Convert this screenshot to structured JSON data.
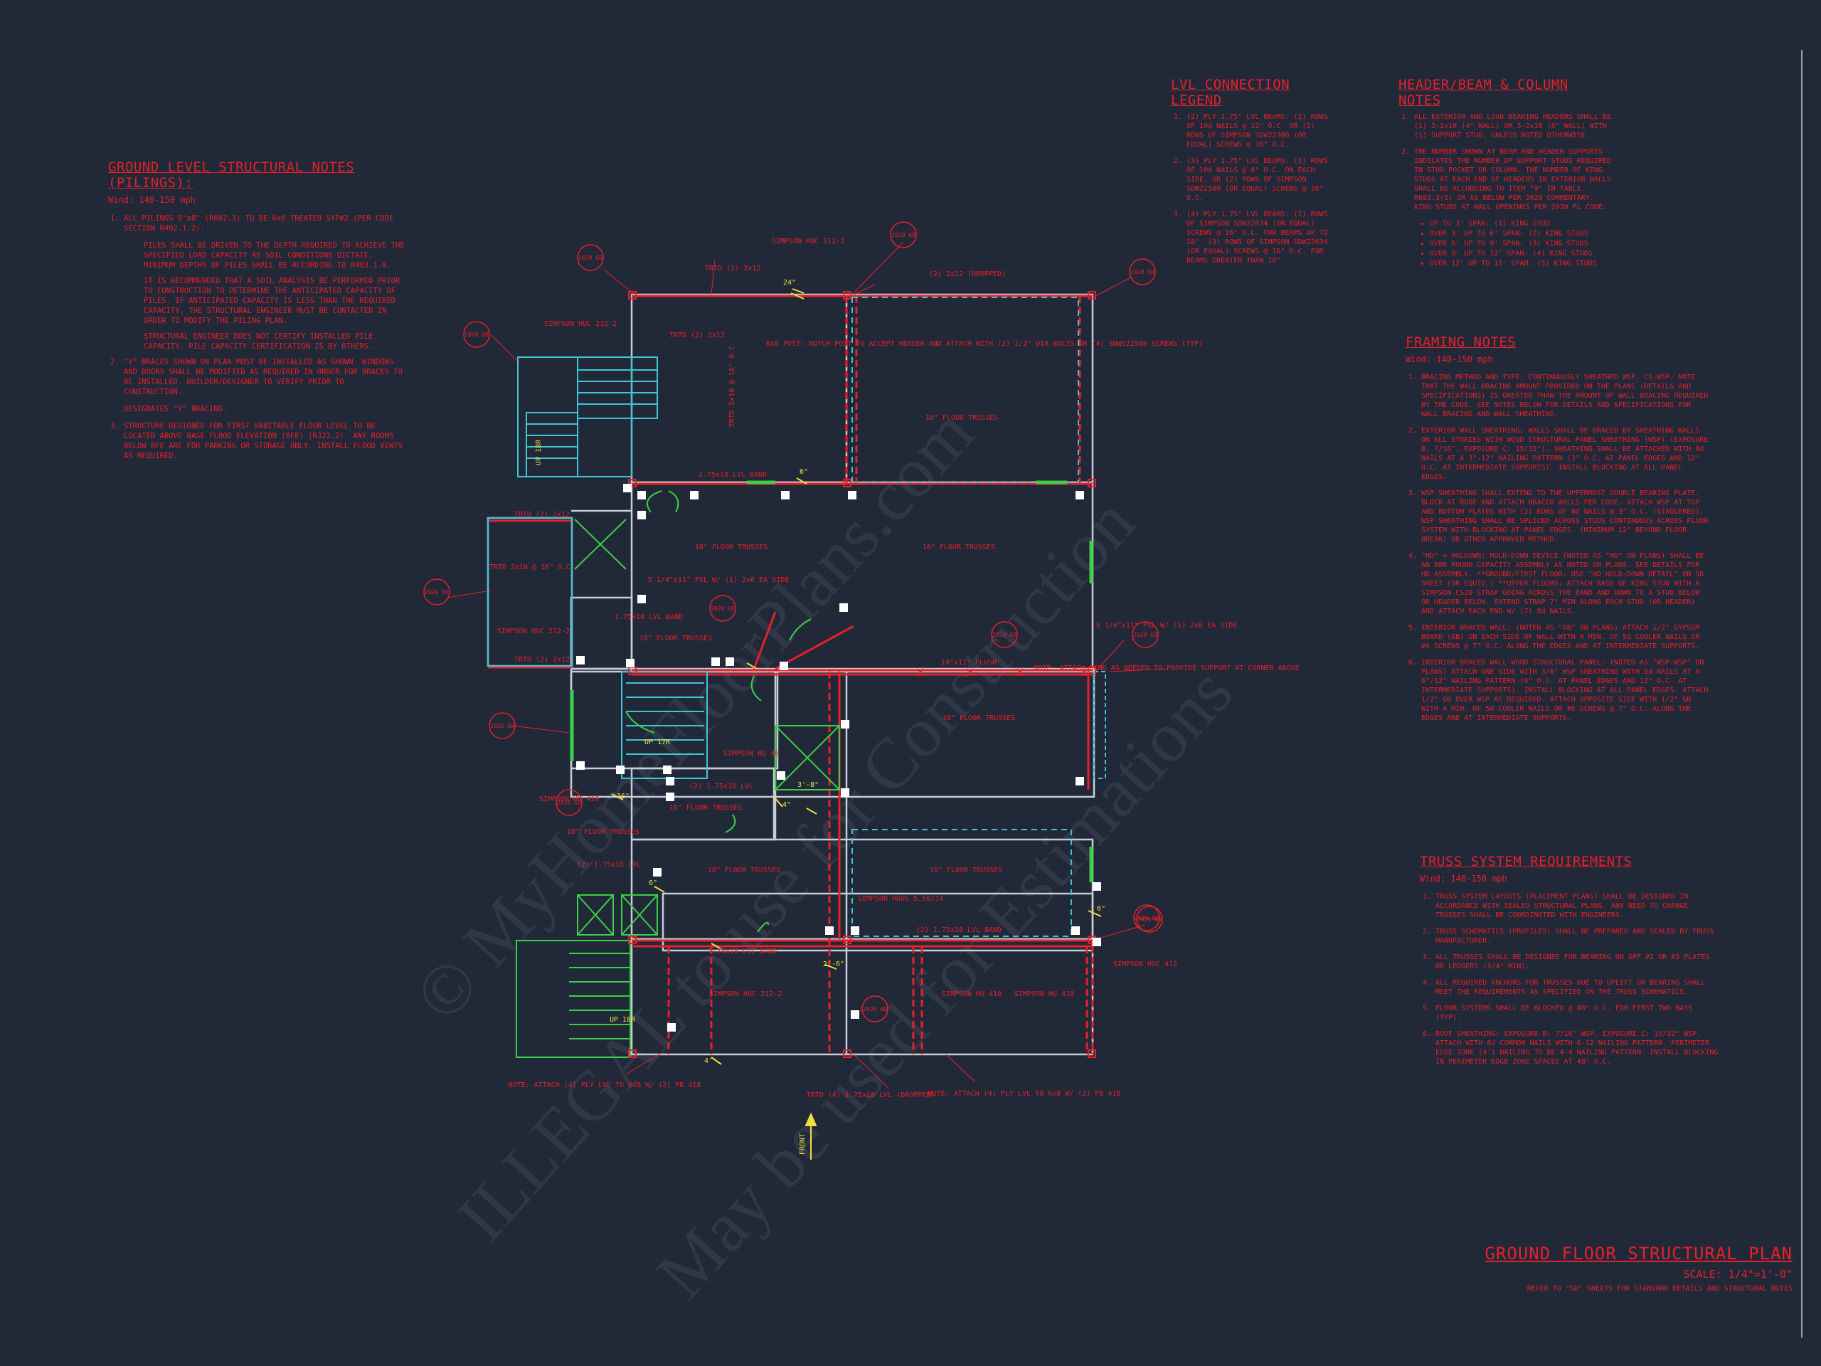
{
  "watermark": {
    "line1": "© MyHomeFloorPlans.com",
    "line2": "ILLEGAL to use for Construction",
    "line3": "May be used for Estimations"
  },
  "ground_notes": {
    "title": "GROUND LEVEL STRUCTURAL NOTES (PILINGS):",
    "subtitle": "Wind: 140-150 mph",
    "items": [
      "ALL PILINGS 8\"x8\" (R602.3) TO BE 6x6 TREATED SYP#2 (PER CODE SECTION R402.1.2).",
      "PILES SHALL BE DRIVEN TO THE DEPTH REQUIRED TO ACHIEVE THE SPECIFIED LOAD CAPACITY AS SOIL CONDITIONS DICTATE. MINIMUM DEPTHS OF PILES SHALL BE ACCORDING TO R403.1.8.",
      "IT IS RECOMMENDED THAT A SOIL ANALYSIS BE PERFORMED PRIOR TO CONSTRUCTION TO DETERMINE THE ANTICIPATED CAPACITY OF PILES. IF ANTICIPATED CAPACITY IS LESS THAN THE REQUIRED CAPACITY, THE STRUCTURAL ENGINEER MUST BE CONTACTED IN ORDER TO MODIFY THE PILING PLAN.",
      "STRUCTURAL ENGINEER DOES NOT CERTIFY INSTALLED PILE CAPACITY. PILE CAPACITY CERTIFICATION IS BY OTHERS.",
      "\"Y\" BRACES SHOWN ON PLAN MUST BE INSTALLED AS SHOWN. WINDOWS AND DOORS SHALL BE MODIFIED AS REQUIRED IN ORDER FOR BRACES TO BE INSTALLED. BUILDER/DESIGNER TO VERIFY PRIOR TO CONSTRUCTION.",
      "DESIGNATES \"Y\" BRACING.",
      "STRUCTURE DESIGNED FOR FIRST HABITABLE FLOOR LEVEL TO BE LOCATED ABOVE BASE FLOOD ELEVATION (BFE) (R322.2). ANY ROOMS BELOW BFE ARE FOR PARKING OR STORAGE ONLY. INSTALL FLOOD VENTS AS REQUIRED."
    ]
  },
  "lvl_legend": {
    "title": "LVL CONNECTION LEGEND",
    "items": [
      "(2) PLY 1.75\" LVL BEAMS: (2) ROWS OF 10d NAILS @ 12\" O.C. OR (2) ROWS OF SIMPSON SDW22300 (OR EQUAL) SCREWS @ 16\" O.C.",
      "(3) PLY 1.75\" LVL BEAMS: (3) ROWS OF 10d NAILS @ 8\" O.C. ON EACH SIDE, OR (2) ROWS OF SIMPSON SDW22500 (OR EQUAL) SCREWS @ 16\" O.C.",
      "(4) PLY 1.75\" LVL BEAMS: (2) ROWS OF SIMPSON SDW22634 (OR EQUAL) SCREWS @ 16\" O.C. FOR BEAMS UP TO 18\". (3) ROWS OF SIMPSON SDW22634 (OR EQUAL) SCREWS @ 16\" O.C. FOR BEAMS GREATER THAN 18\"."
    ]
  },
  "header_notes": {
    "title": "HEADER/BEAM & COLUMN NOTES",
    "items": [
      "ALL EXTERIOR AND LOAD BEARING HEADERS SHALL BE (1) 2-2x10 (4\" WALL) OR 3-2x10 (6\" WALL) WITH (1) SUPPORT STUD, UNLESS NOTED OTHERWISE.",
      "THE NUMBER SHOWN AT BEAM AND HEADER SUPPORTS INDICATES THE NUMBER OF SUPPORT STUDS REQUIRED IN STUD POCKET OR COLUMN. THE NUMBER OF KING STUDS AT EACH END OF HEADERS IN EXTERIOR WALLS SHALL BE ACCORDING TO ITEM \"9\" IN TABLE R602.3(5) OR AS BELOW PER 2020 COMMENTARY. KING STUDS AT WALL OPENINGS PER 2020 FL CODE:"
    ],
    "sub_items": [
      "UP TO 3' SPAN: (1) KING STUD",
      "OVER 3' UP TO 6' SPAN: (2) KING STUDS",
      "OVER 6' UP TO 9' SPAN: (3) KING STUDS",
      "OVER 9' UP TO 12' SPAN: (4) KING STUDS",
      "OVER 12' UP TO 15' SPAN: (5) KING STUDS"
    ]
  },
  "framing_notes": {
    "title": "FRAMING NOTES",
    "subtitle": "Wind: 140-150 mph",
    "items": [
      "BRACING METHOD AND TYPE: CONTINUOUSLY SHEATHED WSP. CS-WSP. NOTE THAT THE WALL BRACING AMOUNT PROVIDED ON THE PLANS (DETAILS AND SPECIFICATIONS) IS GREATER THAN THE AMOUNT OF WALL BRACING REQUIRED BY THE CODE. SEE NOTES BELOW FOR DETAILS AND SPECIFICATIONS FOR WALL BRACING AND WALL SHEATHING.",
      "EXTERIOR WALL SHEATHING: WALLS SHALL BE BRACED BY SHEATHING WALLS ON ALL STORIES WITH WOOD STRUCTURAL PANEL SHEATHING (WSP) (EXPOSURE B: 7/16\", EXPOSURE C: 15/32\"). SHEATHING SHALL BE ATTACHED WITH 8d NAILS AT A 3\"-12\" NAILING PATTERN (3\" O.C. AT PANEL EDGES AND 12\" O.C. AT INTERMEDIATE SUPPORTS). INSTALL BLOCKING AT ALL PANEL EDGES.",
      "WSP SHEATHING SHALL EXTEND TO THE UPPERMOST DOUBLE BEARING PLATE. BLOCK AT ROOF AND ATTACH BRACED WALLS PER CODE. ATTACH WSP AT TOP AND BOTTOM PLATES WITH (2) ROWS OF 8d NAILS @ 3\" O.C. (STAGGERED). WSP SHEATHING SHALL BE SPLICED ACROSS STUDS CONTINUOUS ACROSS FLOOR SYSTEM WITH BLOCKING AT PANEL EDGES. (MINIMUM 12\" BEYOND FLOOR BREAK) OR OTHER APPROVED METHOD.",
      "\"HD\" = HOLDOWN: HOLD-DOWN DEVICE (NOTED AS \"HD\" ON PLANS) SHALL BE AN 800 POUND CAPACITY ASSEMBLY AS NOTED ON PLANS. SEE DETAILS FOR HD ASSEMBLY. **GROUND/FIRST FLOOR: USE \"HD HOLD-DOWN DETAIL\" ON SD SHEET (OR EQUIV.) **UPPER FLOORS: ATTACH BASE OF KING STUD WITH A SIMPSON CS20 STRAP GOING ACROSS THE BAND AND DOWN TO A STUD BELOW OR HEADER BELOW. EXTEND STRAP 7\" MIN ALONG EACH STUD (OR HEADER) AND ATTACH EACH END W/ (7) 8d NAILS.",
      "INTERIOR BRACED WALL: (NOTED AS \"GB\" ON PLANS) ATTACH 1/2\" GYPSUM BOARD (GB) ON EACH SIDE OF WALL WITH A MIN. OF 5d COOLER NAILS OR #6 SCREWS @ 7\" O.C. ALONG THE EDGES AND AT INTERMEDIATE SUPPORTS.",
      "INTERIOR BRACED WALL-WOOD STRUCTURAL PANEL: (NOTED AS \"WSP-WSP\" ON PLANS) ATTACH ONE SIDE WITH 3/8\" WSP SHEATHING WITH 8d NAILS AT A 6\"/12\" NAILING PATTERN (6\" O.C. AT PANEL EDGES AND 12\" O.C. AT INTERMEDIATE SUPPORTS). INSTALL BLOCKING AT ALL PANEL EDGES. ATTACH 1/2\" GB OVER WSP AS REQUIRED. ATTACH OPPOSITE SIDE WITH 1/2\" GB WITH A MIN. OF 5d COOLER NAILS OR #6 SCREWS @ 7\" O.C. ALONG THE EDGES AND AT INTERMEDIATE SUPPORTS."
    ]
  },
  "truss_notes": {
    "title": "TRUSS SYSTEM REQUIREMENTS",
    "subtitle": "Wind: 140-150 mph",
    "items": [
      "TRUSS SYSTEM LAYOUTS (PLACEMENT PLANS) SHALL BE DESIGNED IN ACCORDANCE WITH SEALED STRUCTURAL PLANS. ANY NEED TO CHANGE TRUSSES SHALL BE COORDINATED WITH ENGINEERS.",
      "TRUSS SCHEMATICS (PROFILES) SHALL BE PREPARED AND SEALED BY TRUSS MANUFACTURER.",
      "ALL TRUSSES SHALL BE DESIGNED FOR BEARING ON SPF #2 OR #3 PLATES OR LEDGERS (3/4\" MIN).",
      "ALL REQUIRED ANCHORS FOR TRUSSES DUE TO UPLIFT OR BEARING SHALL MEET THE REQUIREMENTS AS SPECIFIED ON THE TRUSS SCHEMATICS.",
      "FLOOR SYSTEMS SHALL BE BLOCKED @ 48\" O.C. FOR FIRST TWO BAYS (TYP).",
      "ROOF SHEATHING: EXPOSURE B: 7/16\" WSP, EXPOSURE C: 19/32\" WSP. ATTACH WITH 8d COMMON NAILS WITH 6-12 NAILING PATTERN. PERIMETER EDGE ZONE (4') NAILING TO BE 4-4 NAILING PATTERN. INSTALL BLOCKING IN PERIMETER EDGE ZONE SPACED AT 48\" O.C."
    ]
  },
  "title_block": {
    "title": "GROUND FLOOR STRUCTURAL PLAN",
    "scale": "SCALE: 1/4\"=1'-0\"",
    "ref": "REFER TO \"SD\" SHEETS FOR STANDARD DETAILS AND STRUCTURAL NOTES"
  },
  "plan_labels": {
    "front": "FRONT",
    "up_stair_top": "UP 18R",
    "up_stair_mid": "UP 17R",
    "up_stair_bottom": "UP 18R",
    "trusses": [
      "18\" FLOOR TRUSSES",
      "18\" FLOOR TRUSSES",
      "18\" FLOOR TRUSSES",
      "18\" FLOOR TRUSSES",
      "16\" FLOOR TRUSSES",
      "18\" FLOOR TRUSSES",
      "18\" FLOOR TRUSSES",
      "18\" FLOOR TRUSSES",
      "18\" FLOOR TRUSSES"
    ],
    "callouts": [
      "TRTD (2) 2x12",
      "(2) 2x12 (DROPPED)",
      "SIMPSON HUC 212-2",
      "SIMPSON HUC 212-2",
      "TRTD (2) 2x12",
      "6x6 POST: NOTCH POST TO ACCEPT HEADER AND ATTACH WITH (2) 1/2\" DIA BOLTS OR (4) SDWS22500 SCREWS (TYP)",
      "TRTD 2x10 @ 16\" O.C.",
      "1.75x18 LVL BAND",
      "TRTD (2) 2x12",
      "TRTD 2x10 @ 16\" O.C.",
      "SIMPSON HUC 212-2",
      "TRTD (2) 2x12",
      "5 1/4\"x11\" PSL W/ (1) 2x6 EA SIDE",
      "1.75x18 LVL BAND",
      "14\"x11\" FLUSH",
      "NOTE: ATTACH BEND AS NEEDED TO PROVIDE SUPPORT AT CORNER ABOVE",
      "5 1/4\"x11\" PSL W/ (1) 2x6 EA SIDE",
      "SIMPSON HU 46",
      "(2) 1.75x18 LVL",
      "SIMPSON HU 410",
      "(2) 1.75x18 LVL",
      "SIMPSON HGUS 5.50/14",
      "(2) 1.75x18 LVL BAND",
      "1.75x18 LVL BAND",
      "SIMPSON HUC 212-2",
      "SIMPSON HU 410",
      "SIMPSON HU 410",
      "SIMPSON HUC 412",
      "NOTE: ATTACH (4) PLY LVL TO 6x8 W/ (2) PB 418",
      "TRTD (4) 1.75x18 LVL (DROPPED)",
      "NOTE: ATTACH (4) PLY LVL TO 6x8 W/ (2) PB 418"
    ],
    "dims": [
      "24\"",
      "6\"",
      "16\"",
      "4\"",
      "6\"",
      "2'-6\"",
      "4'",
      "6\"",
      "3'-8\""
    ],
    "piling_tags": [
      "2020 6D",
      "2020 6D",
      "2020 6D",
      "2020 6D",
      "2020 6D",
      "2020 6D",
      "2020 6D",
      "2020 6D",
      "2020 6D",
      "2020 6D",
      "2020 6D",
      "2020 6D",
      "2020 6D"
    ]
  },
  "colors": {
    "background": "#212838",
    "red": "#e8202a",
    "white_line": "#c8ccd6",
    "cyan": "#3fc6d3",
    "green": "#3ad047",
    "yellow": "#f0e040"
  }
}
